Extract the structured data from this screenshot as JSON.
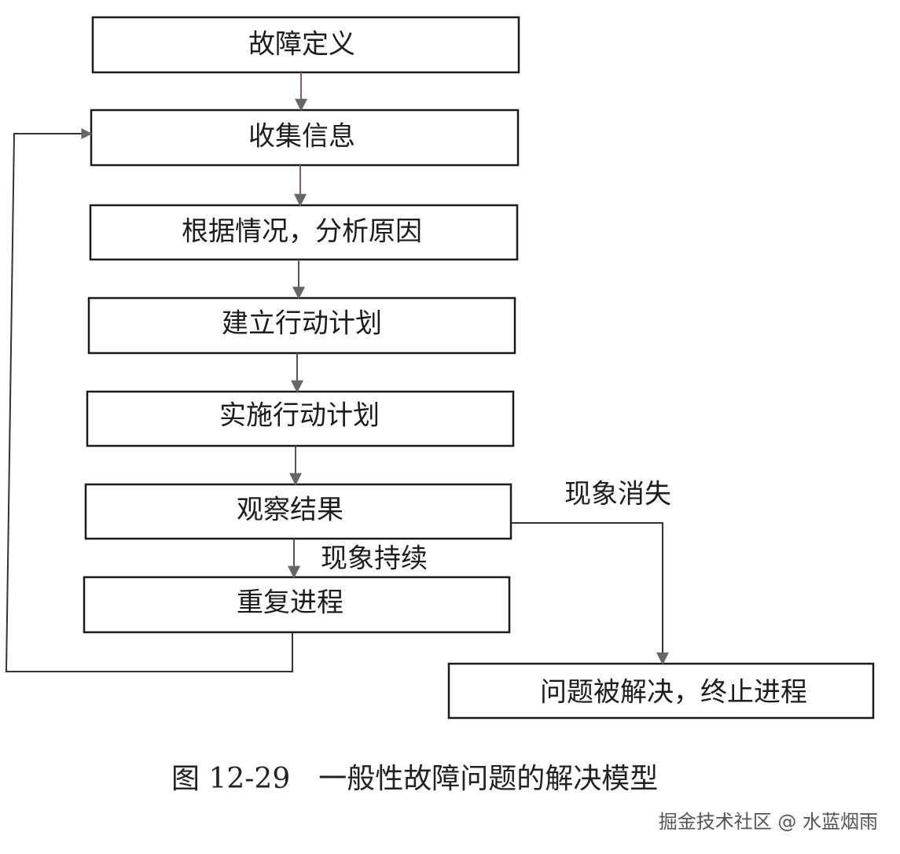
{
  "nodes": {
    "define": "故障定义",
    "collect": "收集信息",
    "analyze": "根据情况，分析原因",
    "plan": "建立行动计划",
    "implement": "实施行动计划",
    "observe": "观察结果",
    "repeat": "重复进程",
    "resolved": "问题被解决，终止进程"
  },
  "edge_labels": {
    "disappear": "现象消失",
    "persist": "现象持续"
  },
  "caption": "图 12-29　一般性故障问题的解决模型",
  "watermark": "掘金技术社区 @ 水蓝烟雨",
  "colors": {
    "stroke": "#1a1a1a",
    "arrow": "#666666",
    "arrow_accent": "#8a5a6a"
  }
}
